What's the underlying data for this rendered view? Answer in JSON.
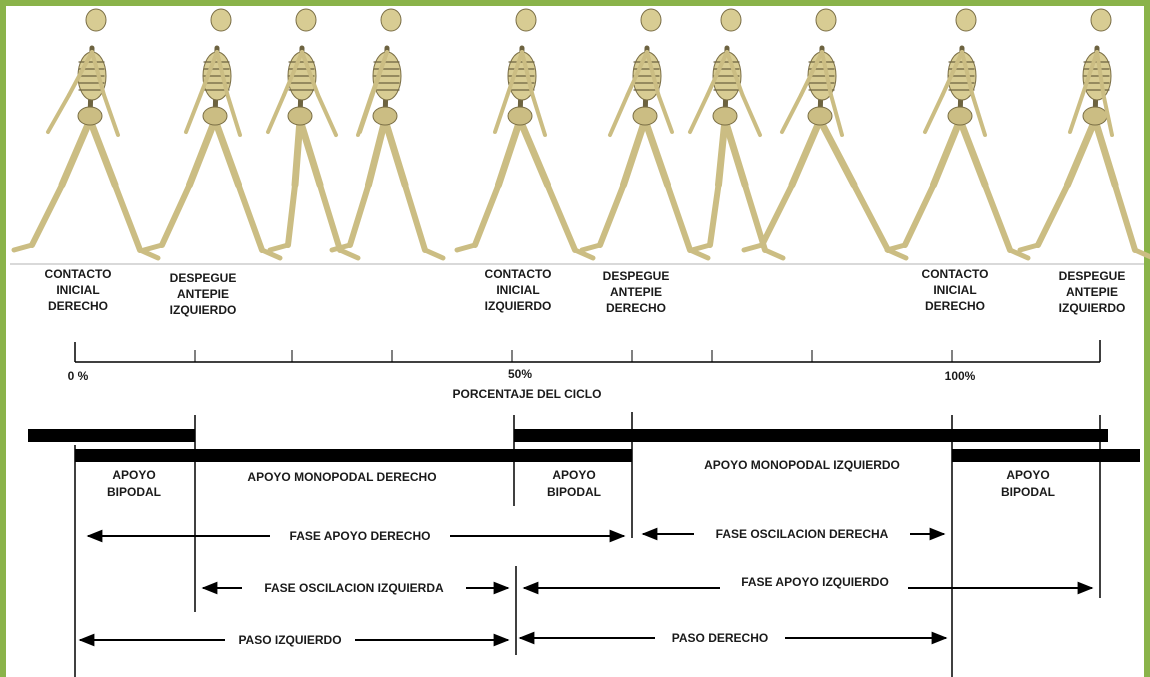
{
  "events": [
    {
      "lines": [
        "CONTACTO",
        "INICIAL",
        "DERECHO"
      ]
    },
    {
      "lines": [
        "DESPEGUE",
        "ANTEPIE",
        "IZQUIERDO"
      ]
    },
    {
      "lines": [
        "CONTACTO",
        "INICIAL",
        "IZQUIERDO"
      ]
    },
    {
      "lines": [
        "DESPEGUE",
        "ANTEPIE",
        "DERECHO"
      ]
    },
    {
      "lines": [
        "CONTACTO",
        "INICIAL",
        "DERECHO"
      ]
    },
    {
      "lines": [
        "DESPEGUE",
        "ANTEPIE",
        "IZQUIERDO"
      ]
    }
  ],
  "axis": {
    "tick_0": "0 %",
    "tick_50": "50%",
    "tick_100": "100%",
    "title": "PORCENTAJE DEL CICLO"
  },
  "support": {
    "bipodal_1": [
      "APOYO",
      "BIPODAL"
    ],
    "monopodal_derecho": "APOYO MONOPODAL DERECHO",
    "bipodal_2": [
      "APOYO",
      "BIPODAL"
    ],
    "monopodal_izquierdo": "APOYO MONOPODAL IZQUIERDO",
    "bipodal_3": [
      "APOYO",
      "BIPODAL"
    ]
  },
  "phases": {
    "fase_apoyo_derecho": "FASE APOYO DERECHO",
    "fase_oscilacion_derecha": "FASE OSCILACION DERECHA",
    "fase_oscilacion_izquierda": "FASE OSCILACION IZQUIERDA",
    "fase_apoyo_izquierdo": "FASE APOYO IZQUIERDO",
    "paso_izquierdo": "PASO IZQUIERDO",
    "paso_derecho": "PASO DERECHO"
  },
  "colors": {
    "frame": "#8ab34a",
    "bone": "#cbbd83",
    "bar": "#000000"
  }
}
